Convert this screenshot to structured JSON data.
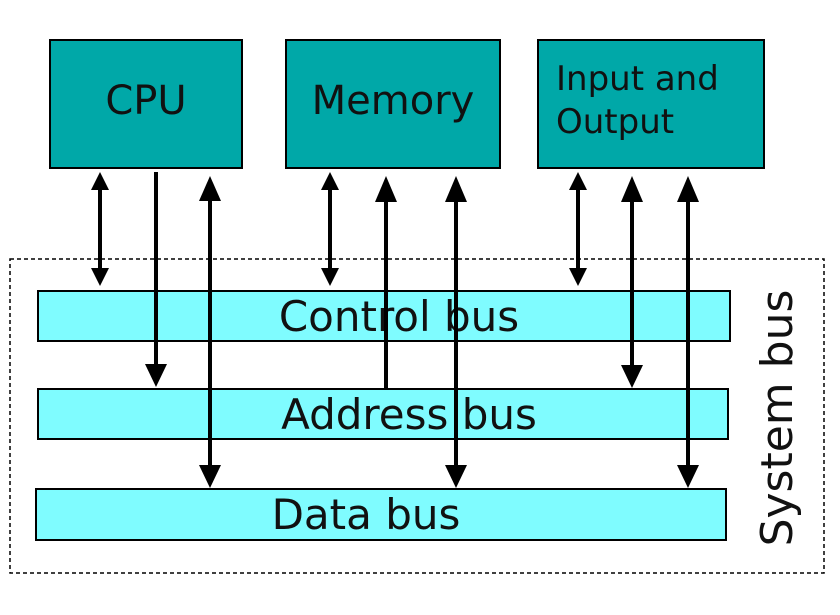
{
  "components": {
    "cpu": "CPU",
    "memory": "Memory",
    "io_line1": "Input and",
    "io_line2": "Output"
  },
  "buses": {
    "control": "Control bus",
    "address": "Address bus",
    "data": "Data bus"
  },
  "system_label": "System bus",
  "colors": {
    "component_fill": "#00a8a8",
    "bus_fill": "#7ffcff",
    "stroke": "#000000"
  }
}
